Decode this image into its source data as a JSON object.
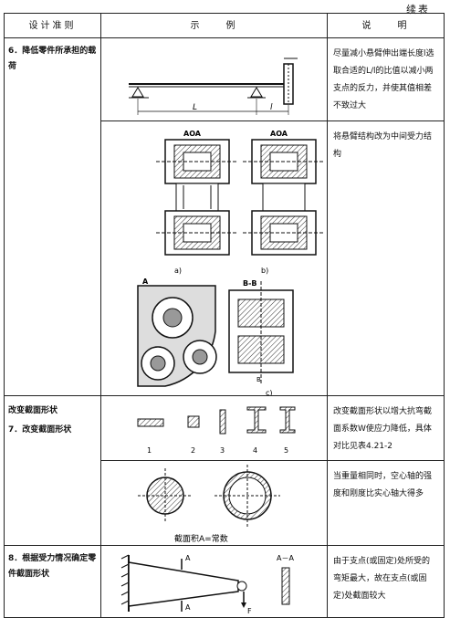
{
  "header": {
    "continued": "续表",
    "col_principle": "设计准则",
    "col_example": "示　　例",
    "col_note": "说　　明"
  },
  "rows": [
    {
      "principle": "6．降低零件所承担的载荷",
      "notes": [
        "尽量减小悬臂伸出端长度l选取合适的L/l的比值以减小两支点的反力，并使其值相差不致过大",
        "将悬臂结构改为中间受力结构"
      ],
      "fig1_labels": {
        "L": "L",
        "l": "l"
      },
      "fig2_labels": {
        "sec_a": "AOA",
        "sec_b": "AOA",
        "cap_a": "a)",
        "cap_b": "b)"
      },
      "fig3_labels": {
        "sec": "B-B",
        "cap": "c)",
        "mark_a": "A",
        "mark_b": "B"
      }
    },
    {
      "principle_head": "改变截面形状",
      "principle": "7．改变截面形状",
      "notes": [
        "改变截面形状以增大抗弯截面系数W使应力降低，具体对比见表4.21-2",
        "当重量相同时，空心轴的强度和刚度比实心轴大得多"
      ],
      "fig_nums": [
        "1",
        "2",
        "3",
        "4",
        "5"
      ],
      "area_caption": "截面积A=常数"
    },
    {
      "principle": "8．根据受力情况确定零件截面形状",
      "notes": [
        "由于支点(或固定)处所受的弯矩最大，故在支点(或固定)处截面较大"
      ],
      "fig_labels": {
        "A1": "A",
        "A2": "A",
        "F": "F",
        "sec": "A－A"
      }
    }
  ]
}
